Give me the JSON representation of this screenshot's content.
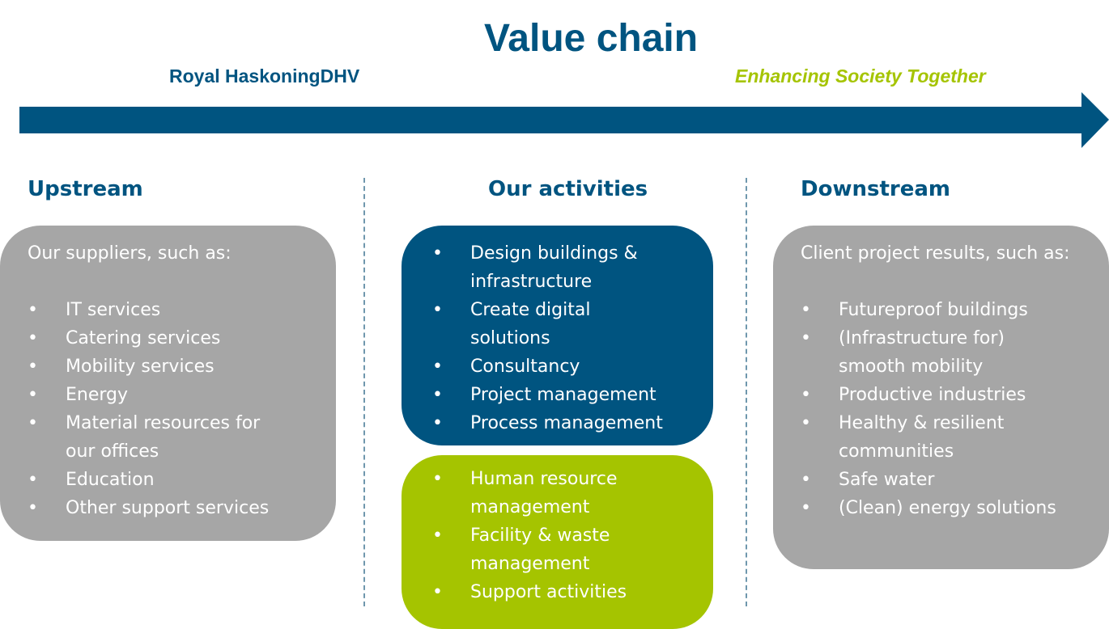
{
  "header": {
    "title": "Value chain",
    "brand": "Royal HaskoningDHV",
    "tagline": "Enhancing Society Together"
  },
  "colors": {
    "blue": "#005480",
    "green": "#a5c400",
    "grey": "#a6a6a6"
  },
  "bullet": "•",
  "upstream": {
    "heading": "Upstream",
    "intro": "Our suppliers, such as:",
    "items": [
      [
        "IT services"
      ],
      [
        "Catering services"
      ],
      [
        "Mobility services"
      ],
      [
        "Energy"
      ],
      [
        "Material resources for",
        "our offices"
      ],
      [
        "Education"
      ],
      [
        "Other support services"
      ]
    ]
  },
  "activities": {
    "heading": "Our activities",
    "core_items": [
      [
        "Design buildings &",
        "infrastructure"
      ],
      [
        "Create digital",
        "solutions"
      ],
      [
        "Consultancy"
      ],
      [
        "Project management"
      ],
      [
        "Process management"
      ]
    ],
    "support_items": [
      [
        "Human resource",
        "management"
      ],
      [
        "Facility & waste",
        "management"
      ],
      [
        "Support activities"
      ]
    ]
  },
  "downstream": {
    "heading": "Downstream",
    "intro": "Client project results, such as:",
    "items": [
      [
        "Futureproof buildings"
      ],
      [
        "(Infrastructure for)",
        "smooth mobility"
      ],
      [
        "Productive industries"
      ],
      [
        "Healthy & resilient",
        "communities"
      ],
      [
        "Safe water"
      ],
      [
        "(Clean) energy solutions"
      ]
    ]
  }
}
